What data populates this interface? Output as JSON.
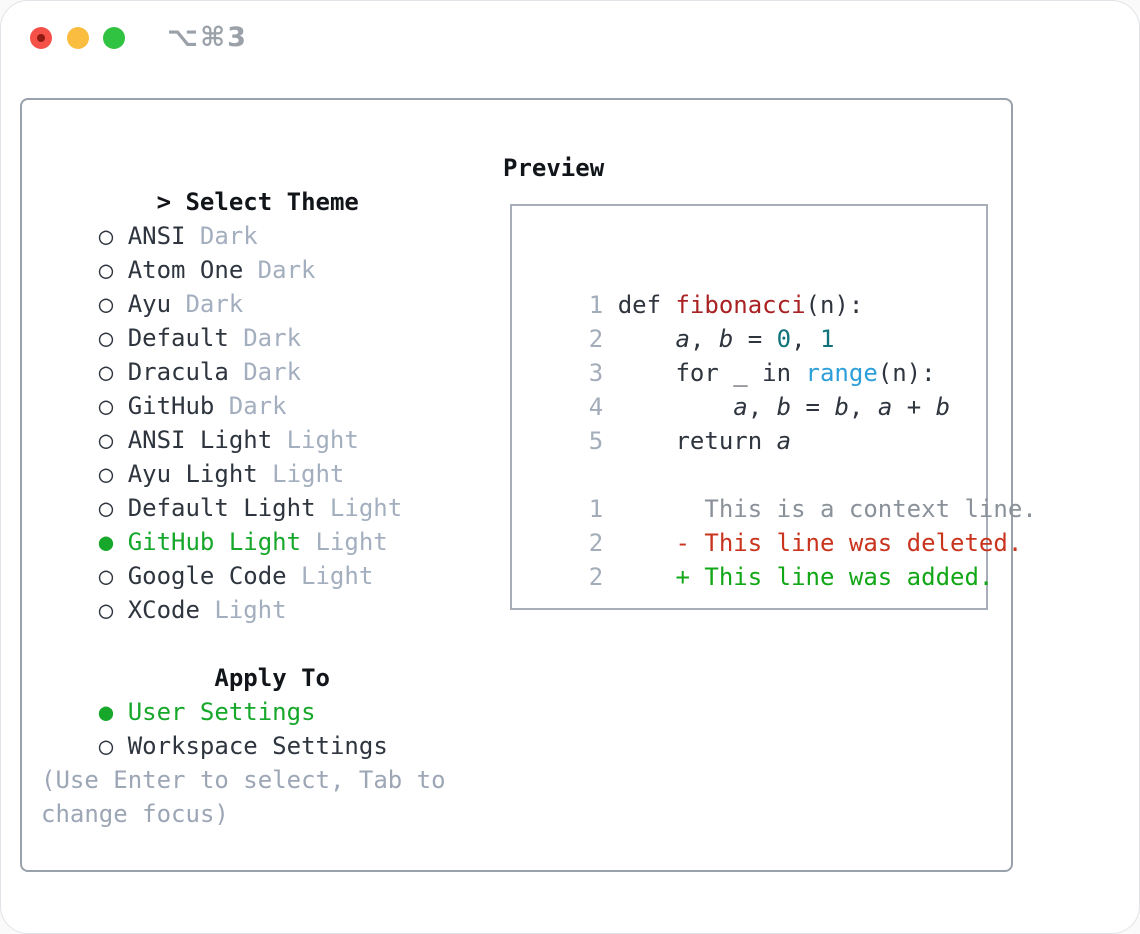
{
  "colors": {
    "accent-green": "#16a72b",
    "text-dark": "#2e353e",
    "text-black": "#111519",
    "tag-gray": "#a3aebf",
    "hint-gray": "#9ca6b5",
    "linenum-gray": "#a3adb9",
    "context-gray": "#8a9199",
    "diff-del-red": "#c9341e",
    "diff-add-green": "#12a716",
    "syntax-func-red": "#a92123",
    "syntax-num-teal": "#10737c",
    "syntax-builtin-blue": "#2c9fd8",
    "panel-border": "#99a1ab",
    "preview-border": "#a7aeb8",
    "traffic-red": "#f55149",
    "traffic-red-dot": "#8f1b12",
    "traffic-yellow": "#fbbd40",
    "traffic-green": "#2fc341",
    "title-gray": "#9aa1a9"
  },
  "window": {
    "shortcut_title": "⌥⌘3"
  },
  "symbols": {
    "unselected": "○",
    "selected": "●",
    "focus_prefix": ">"
  },
  "theme_menu": {
    "header": "Select Theme",
    "items": [
      {
        "name": "ANSI",
        "variant": "Dark",
        "selected": false
      },
      {
        "name": "Atom One",
        "variant": "Dark",
        "selected": false
      },
      {
        "name": "Ayu",
        "variant": "Dark",
        "selected": false
      },
      {
        "name": "Default",
        "variant": "Dark",
        "selected": false
      },
      {
        "name": "Dracula",
        "variant": "Dark",
        "selected": false
      },
      {
        "name": "GitHub",
        "variant": "Dark",
        "selected": false
      },
      {
        "name": "ANSI Light",
        "variant": "Light",
        "selected": false
      },
      {
        "name": "Ayu Light",
        "variant": "Light",
        "selected": false
      },
      {
        "name": "Default Light",
        "variant": "Light",
        "selected": false
      },
      {
        "name": "GitHub Light",
        "variant": "Light",
        "selected": true
      },
      {
        "name": "Google Code",
        "variant": "Light",
        "selected": false
      },
      {
        "name": "XCode",
        "variant": "Light",
        "selected": false
      }
    ]
  },
  "apply_to": {
    "header": "Apply To",
    "options": [
      {
        "label": "User Settings",
        "selected": true
      },
      {
        "label": "Workspace Settings",
        "selected": false
      }
    ]
  },
  "hint": "(Use Enter to select, Tab to change focus)",
  "preview": {
    "header": "Preview",
    "lines": [
      {
        "num": "1",
        "tokens": [
          {
            "t": "def ",
            "s": "plain"
          },
          {
            "t": "fibonacci",
            "s": "func"
          },
          {
            "t": "(n):",
            "s": "plain"
          }
        ]
      },
      {
        "num": "2",
        "tokens": [
          {
            "t": "    ",
            "s": "plain"
          },
          {
            "t": "a",
            "s": "var"
          },
          {
            "t": ", ",
            "s": "plain"
          },
          {
            "t": "b",
            "s": "var"
          },
          {
            "t": " = ",
            "s": "plain"
          },
          {
            "t": "0",
            "s": "num"
          },
          {
            "t": ", ",
            "s": "plain"
          },
          {
            "t": "1",
            "s": "num"
          }
        ]
      },
      {
        "num": "3",
        "tokens": [
          {
            "t": "    for _ in ",
            "s": "plain"
          },
          {
            "t": "range",
            "s": "builtin"
          },
          {
            "t": "(n):",
            "s": "plain"
          }
        ]
      },
      {
        "num": "4",
        "tokens": [
          {
            "t": "        ",
            "s": "plain"
          },
          {
            "t": "a",
            "s": "var"
          },
          {
            "t": ", ",
            "s": "plain"
          },
          {
            "t": "b",
            "s": "var"
          },
          {
            "t": " = ",
            "s": "plain"
          },
          {
            "t": "b",
            "s": "var"
          },
          {
            "t": ", ",
            "s": "plain"
          },
          {
            "t": "a",
            "s": "var"
          },
          {
            "t": " + ",
            "s": "plain"
          },
          {
            "t": "b",
            "s": "var"
          }
        ]
      },
      {
        "num": "5",
        "tokens": [
          {
            "t": "    return ",
            "s": "plain"
          },
          {
            "t": "a",
            "s": "var"
          }
        ]
      },
      {
        "num": "",
        "tokens": []
      },
      {
        "num": "1",
        "tokens": [
          {
            "t": "      This is a context line.",
            "s": "context"
          }
        ]
      },
      {
        "num": "2",
        "tokens": [
          {
            "t": "    - This line was deleted.",
            "s": "deleted"
          }
        ]
      },
      {
        "num": "2",
        "tokens": [
          {
            "t": "    + This line was added.",
            "s": "added"
          }
        ]
      }
    ]
  }
}
